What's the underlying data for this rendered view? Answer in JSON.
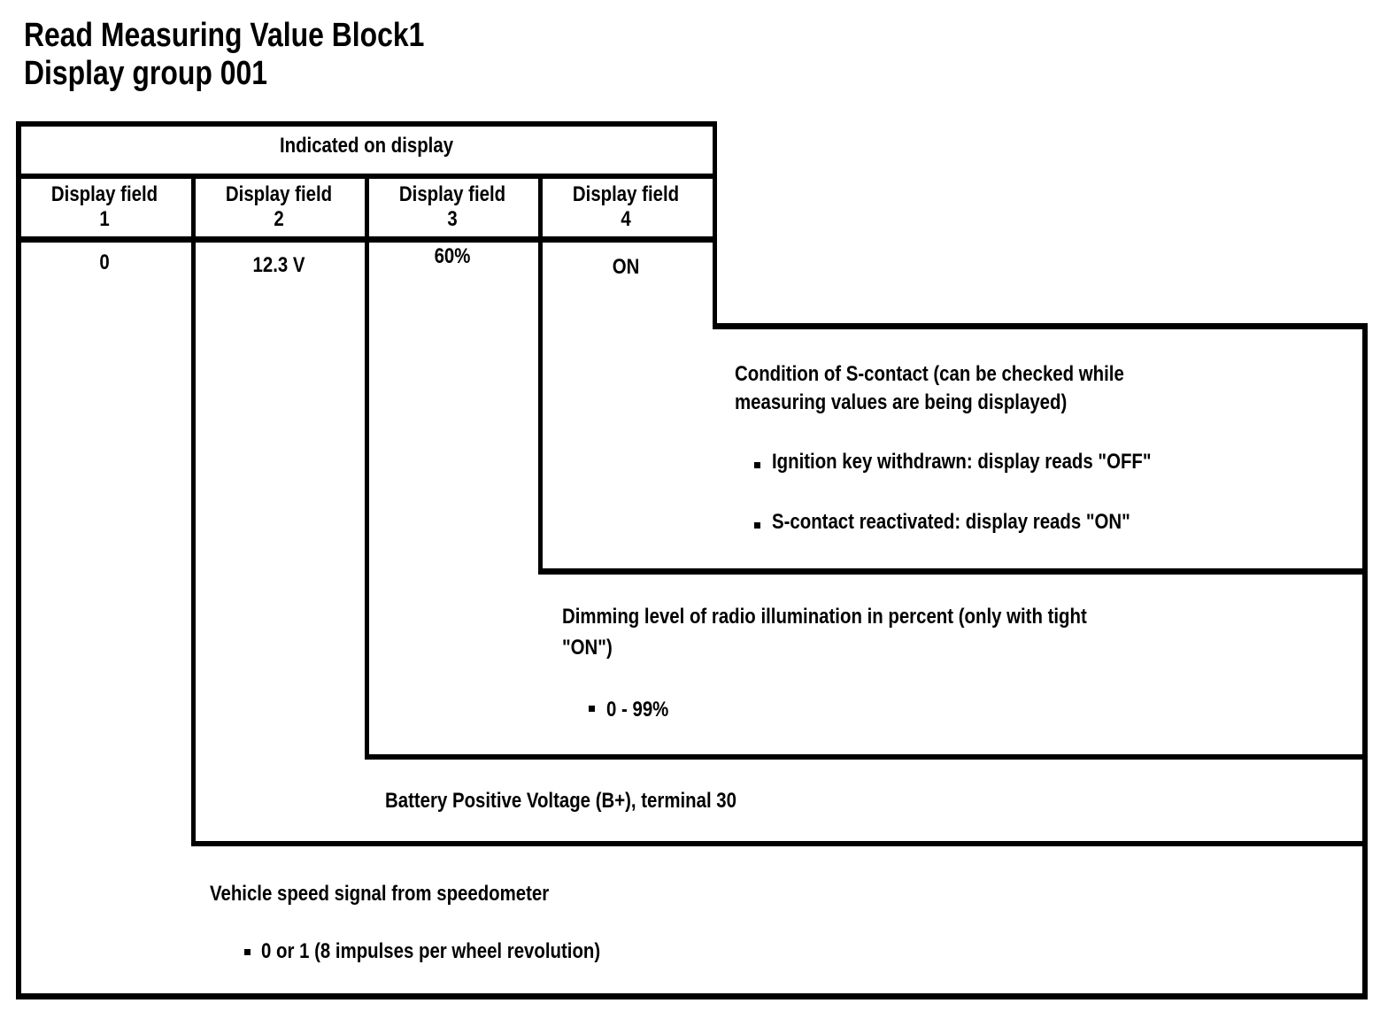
{
  "title": {
    "line1": "Read Measuring Value Block1",
    "line2": "Display group 001"
  },
  "table": {
    "header": "Indicated on display",
    "columns": [
      {
        "label": "Display field",
        "number": "1",
        "value": "0"
      },
      {
        "label": "Display field",
        "number": "2",
        "value": "12.3 V"
      },
      {
        "label": "Display field",
        "number": "3",
        "value": "60%"
      },
      {
        "label": "Display field",
        "number": "4",
        "value": "ON"
      }
    ]
  },
  "fields": {
    "field4": {
      "description": [
        "Condition of S-contact (can be checked while",
        "measuring values are being displayed)"
      ],
      "bullets": [
        "Ignition key withdrawn: display reads \"OFF\"",
        "S-contact reactivated: display reads \"ON\""
      ]
    },
    "field3": {
      "description": [
        "Dimming level of radio illumination in percent (only with tight",
        "\"ON\")"
      ],
      "bullets": [
        "0 - 99%"
      ]
    },
    "field2": {
      "description": [
        "Battery Positive Voltage (B+), terminal 30"
      ],
      "bullets": []
    },
    "field1": {
      "description": [
        "Vehicle speed signal from speedometer"
      ],
      "bullets": [
        "0 or 1  (8 impulses per wheel revolution)"
      ]
    }
  },
  "colors": {
    "ink": "#000000",
    "paper": "#ffffff"
  }
}
